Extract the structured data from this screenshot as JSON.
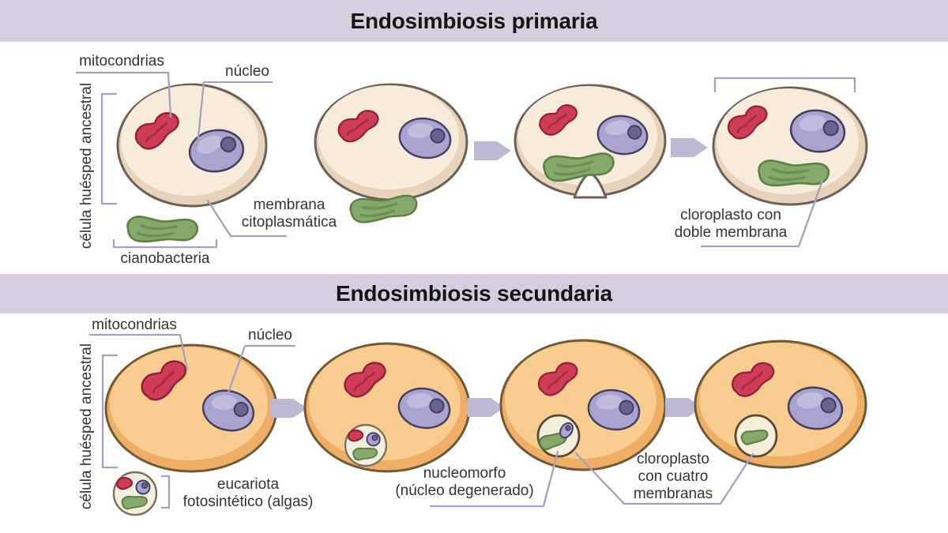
{
  "sections": {
    "primary": {
      "title": "Endosimbiosis primaria",
      "labels": {
        "mitochondria": "mitocondrias",
        "nucleus": "núcleo",
        "host_cell": "célula huésped ancestral",
        "membrane": {
          "lines": [
            "membrana",
            "citoplasmática"
          ]
        },
        "cyanobacteria": "cianobacteria",
        "chloroplast": {
          "lines": [
            "cloroplasto con",
            "doble membrana"
          ]
        }
      }
    },
    "secondary": {
      "title": "Endosimbiosis secundaria",
      "labels": {
        "mitochondria": "mitocondrias",
        "nucleus": "núcleo",
        "host_cell": "célula huésped ancestral",
        "eukaryote": {
          "lines": [
            "eucariota",
            "fotosintético (algas)"
          ]
        },
        "nucleomorph": {
          "lines": [
            "nucleomorfo",
            "(núcleo degenerado)"
          ]
        },
        "chloroplast": {
          "lines": [
            "cloroplasto",
            "con cuatro",
            "membranas"
          ]
        }
      }
    }
  },
  "colors": {
    "band_bg": "#d5cede",
    "title_text": "#141414",
    "label_text": "#333333",
    "line": "#a7a0bc",
    "arrow": "#bfb8d3",
    "cream_cell": "#f7ecdb",
    "cream_rim": "#e8d2ba",
    "cream_stroke": "#6b6156",
    "orange_cell": "#f9cc90",
    "orange_rim": "#eeae65",
    "orange_stroke": "#6f5a36",
    "mito_fill": "#ce3d55",
    "mito_stroke": "#93203c",
    "nucleus_fill": "#a9a3d0",
    "nucleus_highlight": "#c6c1e1",
    "nucleus_stroke": "#45405f",
    "nucleolus_fill": "#6b6294",
    "green_fill": "#85a96b",
    "green_stroke": "#5d8046",
    "algae_bg": "#f2efdf",
    "algae_stroke": "#78705c"
  }
}
